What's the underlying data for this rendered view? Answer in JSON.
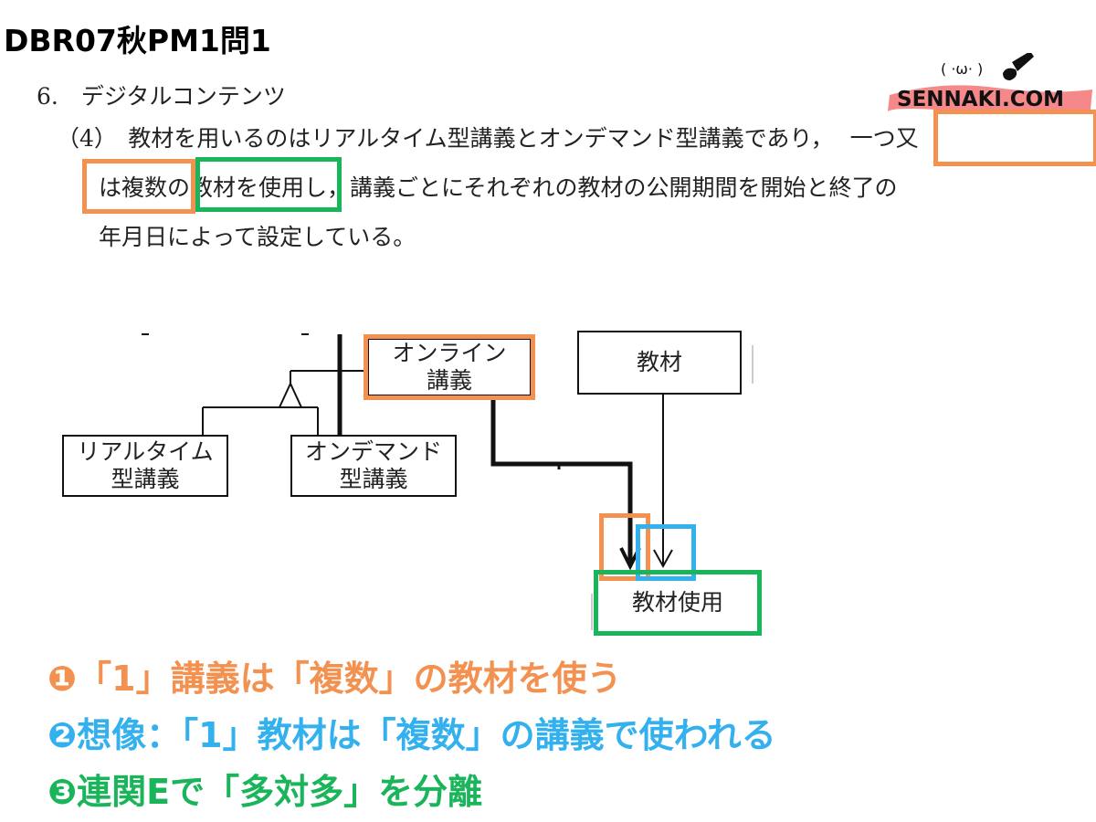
{
  "page": {
    "title": "DBR07秋PM1問1"
  },
  "logo": {
    "face": "( ·ω· )",
    "text": "SENNAKI.COM"
  },
  "document": {
    "line1": "6.　デジタルコンテンツ",
    "line2_prefix": "（4）　教材を用いるのはリアルタイム型講義とオンデマンド型講義であり，",
    "line2_highlight": "一つ又",
    "line3_part1": "は複数の",
    "line3_part2": "教材を使用",
    "line3_part3": "し，講義ごとにそれぞれの教材の公開期間を開始と終了の",
    "line4": "年月日によって設定している。"
  },
  "diagram": {
    "realtime_line1": "リアルタイム",
    "realtime_line2": "型講義",
    "ondemand_line1": "オンデマンド",
    "ondemand_line2": "型講義",
    "online_line1": "オンライン",
    "online_line2": "講義",
    "material": "教材",
    "usage": "教材使用"
  },
  "notes": {
    "n1": "❶「1」講義は「複数」の教材を使う",
    "n2": "❷想像：「1」教材は「複数」の講義で使われる",
    "n3": "❸連関Eで「多対多」を分離"
  },
  "colors": {
    "orange": "#f29150",
    "green": "#1ab55b",
    "blue": "#33b0ee",
    "logo_accent": "#f26b6b"
  },
  "icons": [
    "brush-icon"
  ]
}
